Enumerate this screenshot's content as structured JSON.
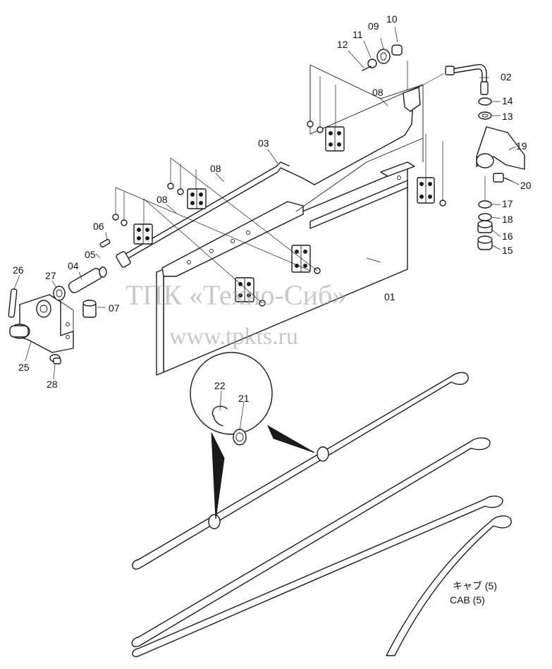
{
  "parts": [
    {
      "key": "p01",
      "label": "01"
    },
    {
      "key": "p02",
      "label": "02"
    },
    {
      "key": "p03",
      "label": "03"
    },
    {
      "key": "p04",
      "label": "04"
    },
    {
      "key": "p05",
      "label": "05"
    },
    {
      "key": "p06",
      "label": "06"
    },
    {
      "key": "p07",
      "label": "07"
    },
    {
      "key": "p08a",
      "label": "08"
    },
    {
      "key": "p08b",
      "label": "08"
    },
    {
      "key": "p08c",
      "label": "08"
    },
    {
      "key": "p09",
      "label": "09"
    },
    {
      "key": "p10",
      "label": "10"
    },
    {
      "key": "p11",
      "label": "11"
    },
    {
      "key": "p12",
      "label": "12"
    },
    {
      "key": "p13",
      "label": "13"
    },
    {
      "key": "p14",
      "label": "14"
    },
    {
      "key": "p15",
      "label": "15"
    },
    {
      "key": "p16",
      "label": "16"
    },
    {
      "key": "p17",
      "label": "17"
    },
    {
      "key": "p18",
      "label": "18"
    },
    {
      "key": "p19",
      "label": "19"
    },
    {
      "key": "p20",
      "label": "20"
    },
    {
      "key": "p21",
      "label": "21"
    },
    {
      "key": "p22",
      "label": "22"
    },
    {
      "key": "p25",
      "label": "25"
    },
    {
      "key": "p26",
      "label": "26"
    },
    {
      "key": "p27",
      "label": "27"
    },
    {
      "key": "p28",
      "label": "28"
    }
  ],
  "watermark": {
    "line1": "ТПК «Техно-Сиб»",
    "line2": "www.tpkts.ru"
  },
  "note": {
    "jp": "キャブ (5)",
    "en": "CAB (5)"
  }
}
